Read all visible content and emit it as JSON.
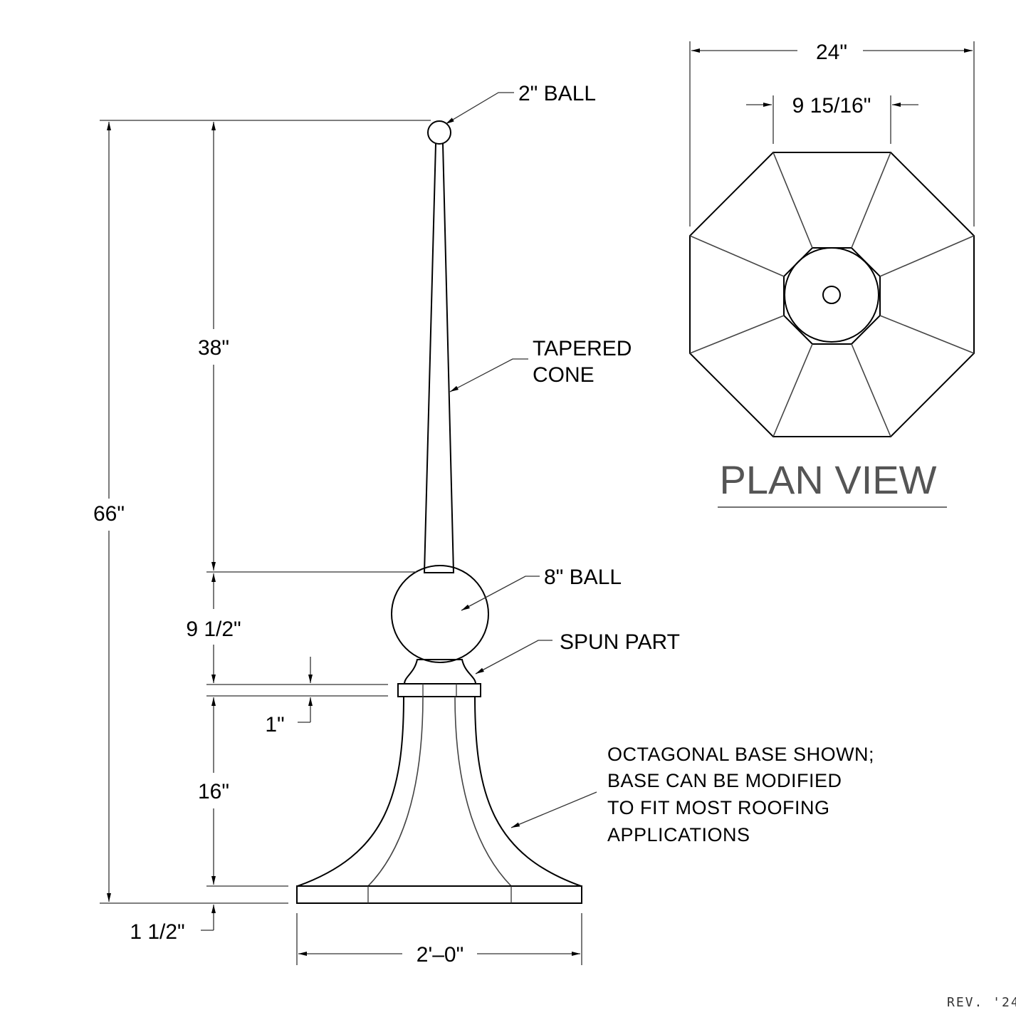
{
  "elevation": {
    "labels": {
      "top_ball": "2\" BALL",
      "cone_line1": "TAPERED",
      "cone_line2": "CONE",
      "mid_ball": "8\" BALL",
      "spun": "SPUN PART",
      "note_line1": "OCTAGONAL BASE SHOWN;",
      "note_line2": "BASE CAN BE MODIFIED",
      "note_line3": "TO FIT MOST ROOFING",
      "note_line4": "APPLICATIONS"
    },
    "dimensions": {
      "overall_height": "66\"",
      "cone_height": "38\"",
      "ball_height": "9 1/2\"",
      "ring_height": "1\"",
      "base_height": "16\"",
      "plinth_height": "1 1/2\"",
      "base_width": "2'–0\""
    }
  },
  "plan_view": {
    "title": "PLAN VIEW",
    "overall_width": "24\"",
    "flat_width": "9 15/16\""
  },
  "revision": "REV. '24"
}
